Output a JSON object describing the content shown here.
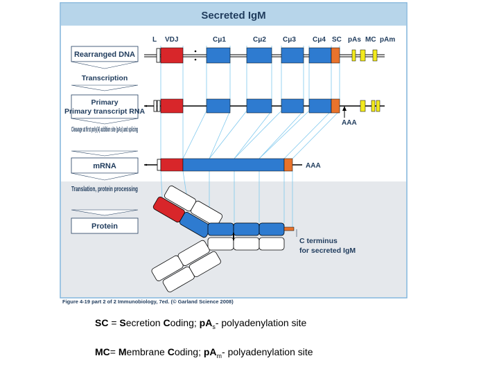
{
  "figure": {
    "title": "Secreted IgM",
    "credit": "Figure 4-19 part 2 of 2  Immunobiology, 7ed. (© Garland Science 2008)",
    "stages": [
      "Rearranged DNA",
      "Primary transcript RNA",
      "mRNA",
      "Protein"
    ],
    "steps": [
      "Transcription",
      "Cleavage at first poly(A) addition site (pAs) and splicing",
      "Translation, protein processing"
    ],
    "segments": {
      "L": "L",
      "VDJ": "VDJ",
      "Cmu1": "Cμ1",
      "Cmu2": "Cμ2",
      "Cmu3": "Cμ3",
      "Cmu4": "Cμ4",
      "SC": "SC",
      "pAs": "pAs",
      "MC": "MC",
      "pAm": "pAm"
    },
    "aaa": "AAA",
    "c_terminus": [
      "C terminus",
      "for secreted IgM"
    ],
    "colors": {
      "header": "#b7d5ea",
      "border": "#7fb2da",
      "vdj": "#d8262a",
      "constant": "#2e7bd0",
      "sc": "#e8732c",
      "membrane": "#f2ea1e",
      "lower_panel": "#e5e8ec",
      "guides": "#7ec8ee"
    }
  },
  "legend": {
    "line1": {
      "sc_abbr": "SC",
      "eq1": " = ",
      "s1": "S",
      "ecretion": "ecretion ",
      "c1": "C",
      "oding": "oding;  ",
      "pa": "pA",
      "pa_sub": "s",
      "pa_rest": "- polyadenylation site"
    },
    "line2": {
      "mc_abbr": "MC",
      "eq1": "= ",
      "m1": "M",
      "embrane": "embrane ",
      "c1": "C",
      "oding": "oding; ",
      "pa": "pA",
      "pa_sub": "m",
      "pa_rest": "- polyadenylation site"
    }
  }
}
